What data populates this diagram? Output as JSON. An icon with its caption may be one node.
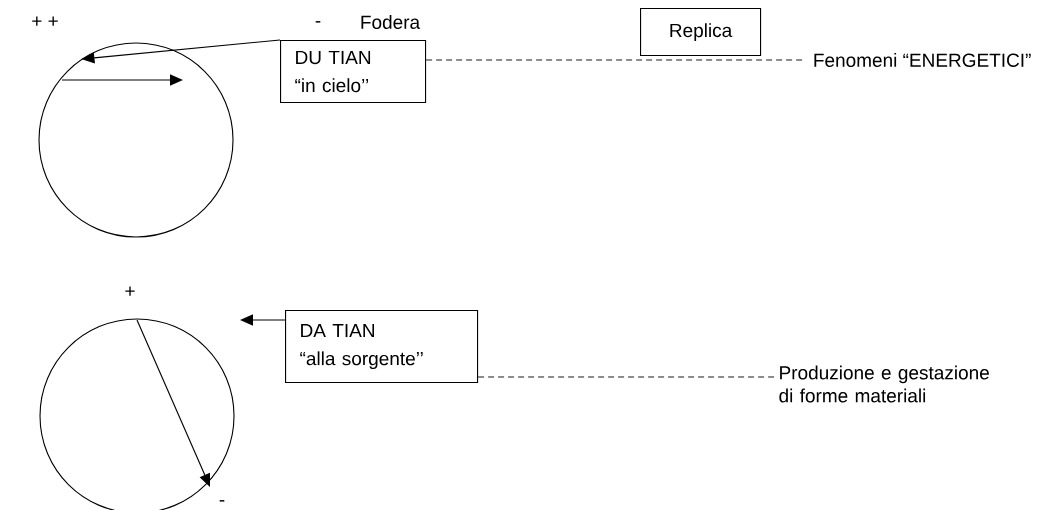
{
  "diagram": {
    "nodes": [
      {
        "text": [],
        "shape": "circle"
      },
      {
        "text": [
          "DU TIAN",
          "“in cielo’’"
        ],
        "beside": [
          "Fodera"
        ]
      },
      {
        "text": [
          "Replica"
        ]
      },
      {
        "text": [
          "Fenomeni “ENERGETICI”"
        ]
      },
      {
        "text": [],
        "shape": "circle"
      },
      {
        "text": [
          "DA TIAN",
          "“alla sorgente’’"
        ]
      },
      {
        "text": [
          "Produzione e gestazione di forme materiali"
        ]
      }
    ],
    "edges": [
      {
        "from": 1,
        "to": 0,
        "arrow": "to"
      },
      {
        "from": 1,
        "to": 3,
        "arrow": "none",
        "style": "dashed"
      },
      {
        "from": 5,
        "to": null,
        "arrow": "to"
      },
      {
        "from": 5,
        "to": 6,
        "arrow": "none",
        "style": "dashed"
      }
    ],
    "labels": [
      "+ +",
      "-",
      "+",
      "-"
    ]
  }
}
